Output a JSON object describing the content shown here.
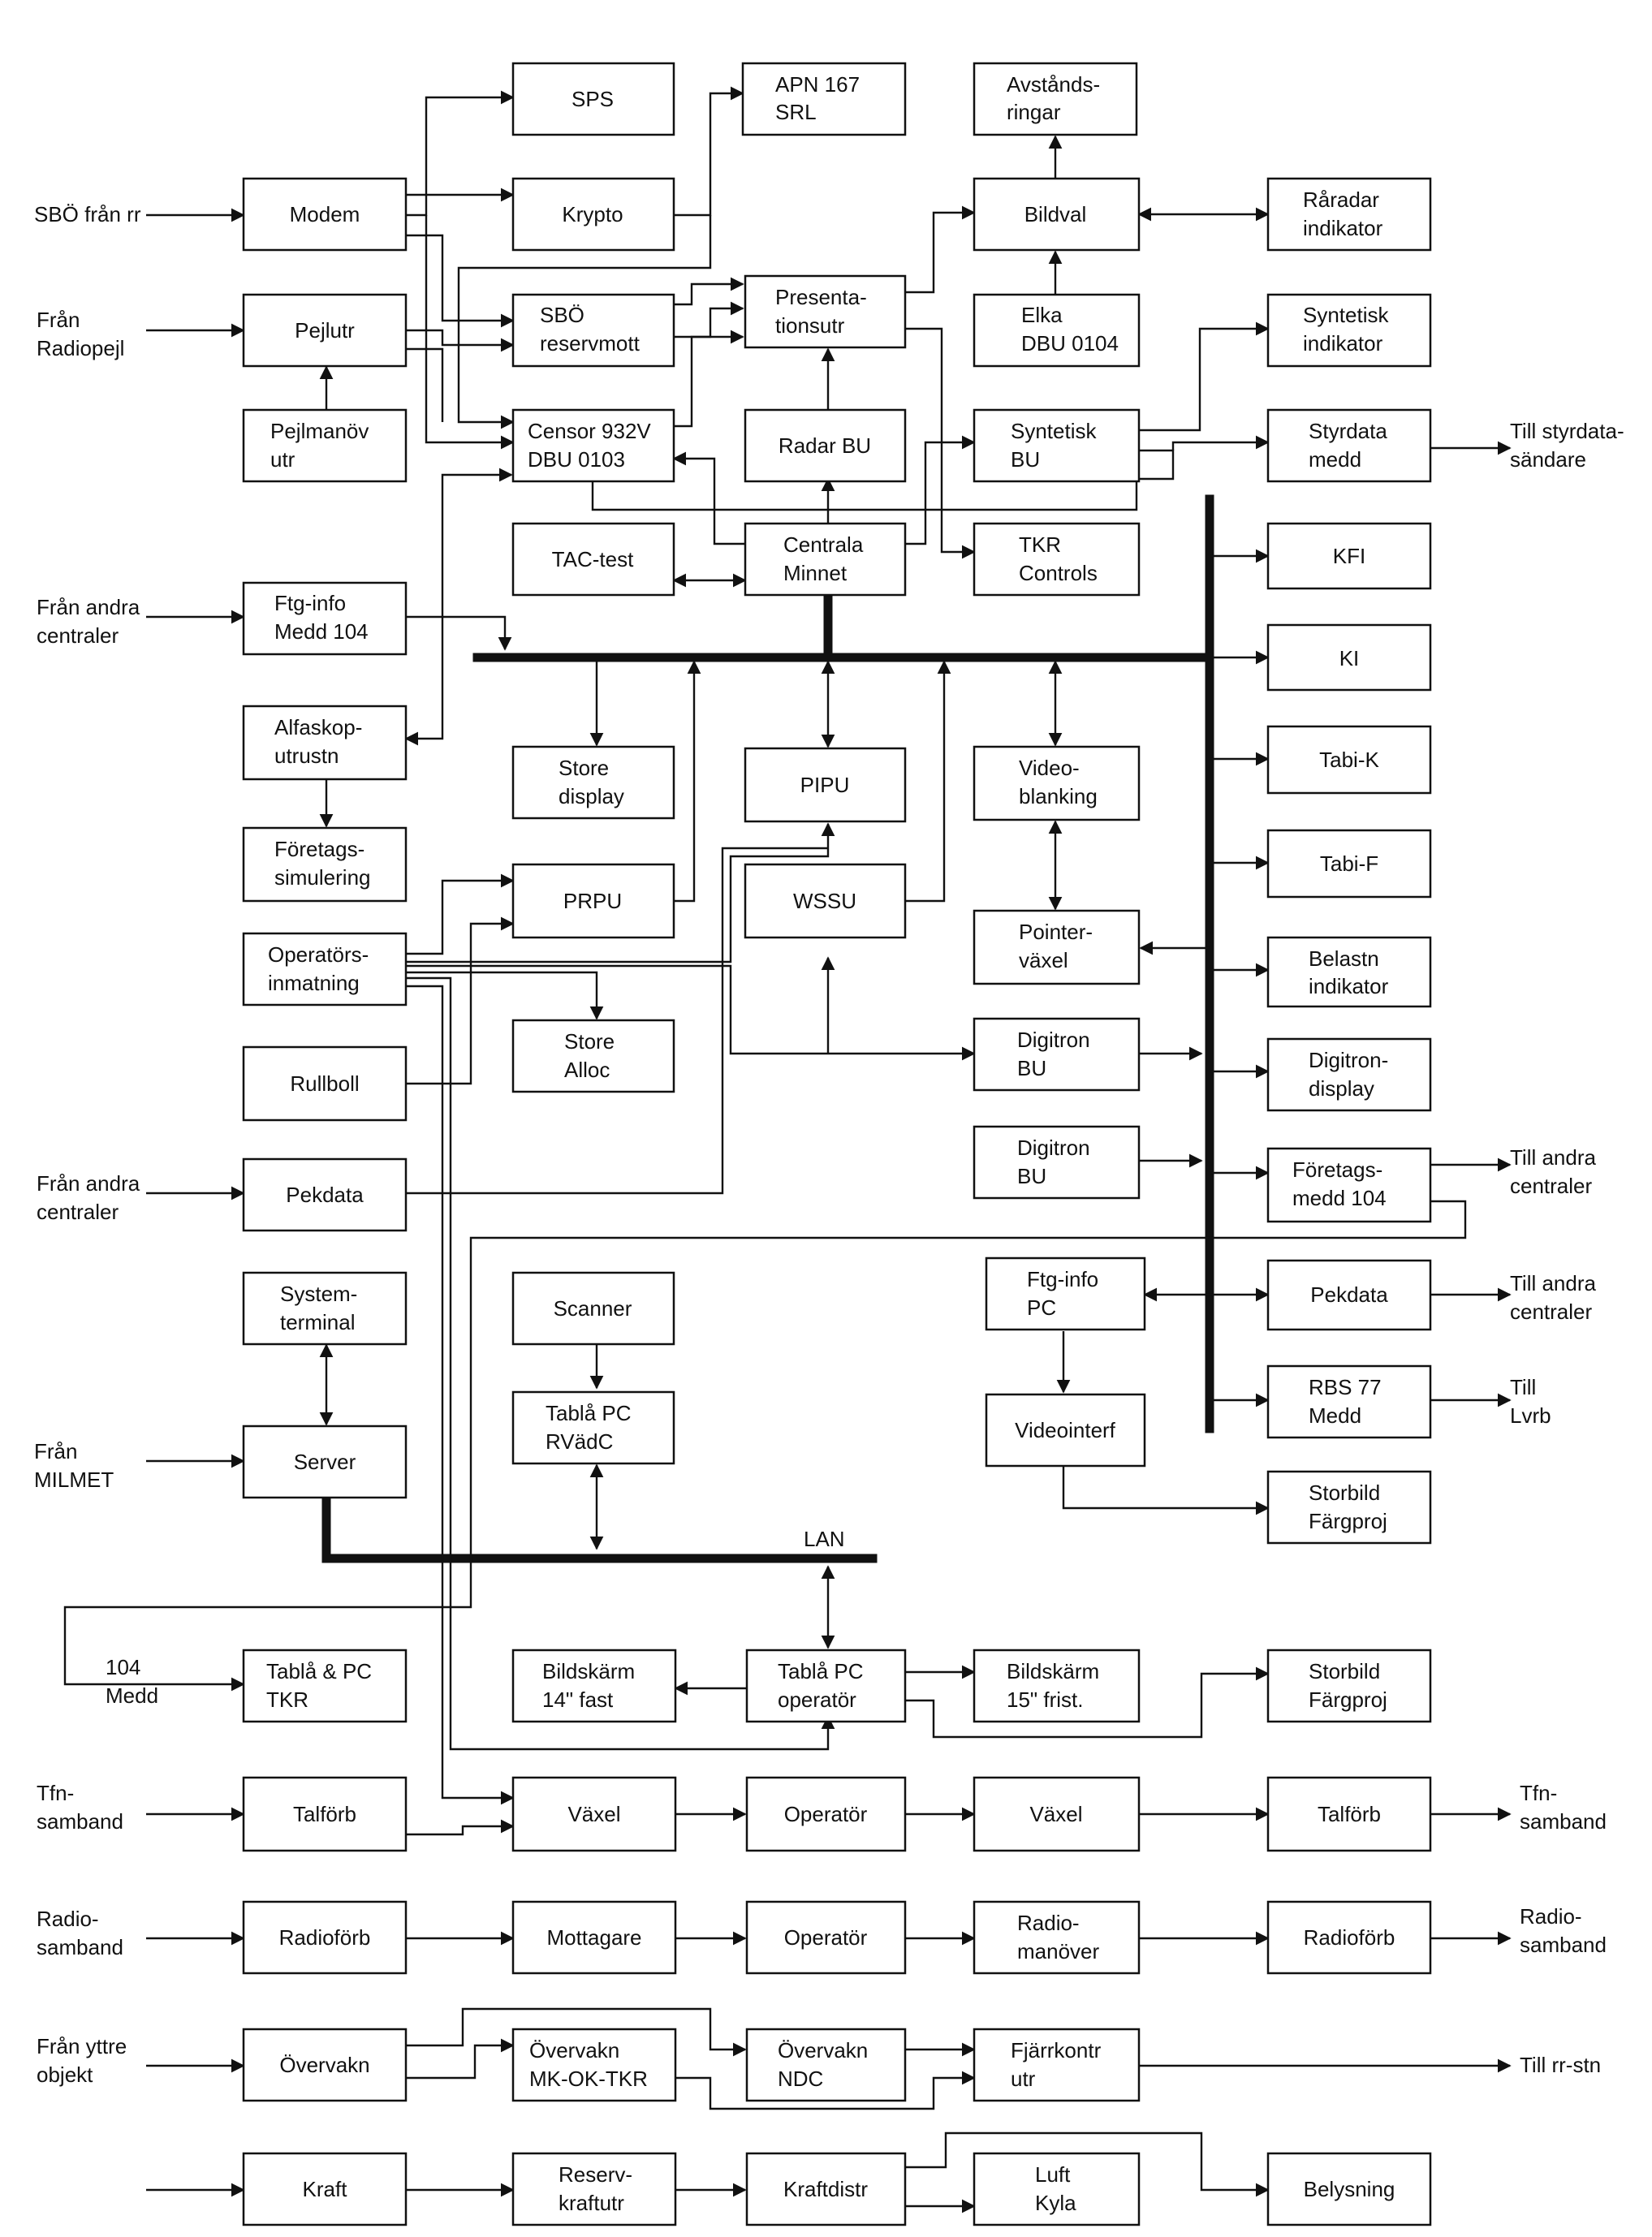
{
  "blocks": {
    "sps": "SPS",
    "apn167": [
      "APN 167",
      "SRL"
    ],
    "avstandsringar": [
      "Avstånds-",
      "ringar"
    ],
    "modem": "Modem",
    "krypto": "Krypto",
    "bildval": "Bildval",
    "raradar_indikator": [
      "Råradar",
      "indikator"
    ],
    "pejlutr": "Pejlutr",
    "sbo_reservmott": [
      "SBÖ",
      "reservmott"
    ],
    "presentationsutr": [
      "Presenta-",
      "tionsutr"
    ],
    "elka_dbu0104": [
      "Elka",
      "DBU 0104"
    ],
    "syntetisk_indikator": [
      "Syntetisk",
      "indikator"
    ],
    "pejlmanov_utr": [
      "Pejlmanöv",
      "utr"
    ],
    "censor": [
      "Censor 932V",
      "DBU 0103"
    ],
    "radar_bu": "Radar BU",
    "syntetisk_bu": [
      "Syntetisk",
      "BU"
    ],
    "styrdata_medd": [
      "Styrdata",
      "medd"
    ],
    "tac_test": "TAC-test",
    "centrala_minnet": [
      "Centrala",
      "Minnet"
    ],
    "tkr_controls": [
      "TKR",
      "Controls"
    ],
    "kfi": "KFI",
    "ftg_info_medd104": [
      "Ftg-info",
      "Medd 104"
    ],
    "ki": "KI",
    "alfaskop": [
      "Alfaskop-",
      "utrustn"
    ],
    "store_display": [
      "Store",
      "display"
    ],
    "pipu": "PIPU",
    "videoblanking": [
      "Video-",
      "blanking"
    ],
    "tabi_k": "Tabi-K",
    "foretagssimulering": [
      "Företags-",
      "simulering"
    ],
    "prpu": "PRPU",
    "wssu": "WSSU",
    "tabi_f": "Tabi-F",
    "pointervaxel": [
      "Pointer-",
      "växel"
    ],
    "operatorsinmatning": [
      "Operatörs-",
      "inmatning"
    ],
    "belastn_indikator": [
      "Belastn",
      "indikator"
    ],
    "store_alloc": [
      "Store",
      "Alloc"
    ],
    "rullboll": "Rullboll",
    "digitron_bu_1": [
      "Digitron",
      "BU"
    ],
    "digitron_display": [
      "Digitron-",
      "display"
    ],
    "digitron_bu_2": [
      "Digitron",
      "BU"
    ],
    "pekdata_left": "Pekdata",
    "foretagsmedd104": [
      "Företags-",
      "medd 104"
    ],
    "systemterminal": [
      "System-",
      "terminal"
    ],
    "scanner": "Scanner",
    "ftg_info_pc": [
      "Ftg-info",
      "PC"
    ],
    "pekdata_right": "Pekdata",
    "tabla_pc_rvadc": [
      "Tablå PC",
      "RVädC"
    ],
    "server": "Server",
    "videointerf": "Videointerf",
    "rbs77_medd": [
      "RBS 77",
      "Medd"
    ],
    "storbild_1": [
      "Storbild",
      "Färgproj"
    ],
    "tabla_pc_tkr": [
      "Tablå & PC",
      "TKR"
    ],
    "bildskarm14": [
      "Bildskärm",
      "14\" fast"
    ],
    "tabla_pc_operator": [
      "Tablå PC",
      "operatör"
    ],
    "bildskarm15": [
      "Bildskärm",
      "15\" frist."
    ],
    "storbild_2": [
      "Storbild",
      "Färgproj"
    ],
    "talforb_1": "Talförb",
    "vaxel_1": "Växel",
    "operator_1": "Operatör",
    "vaxel_2": "Växel",
    "talforb_2": "Talförb",
    "radioforb_1": "Radioförb",
    "mottagare": "Mottagare",
    "operator_2": "Operatör",
    "radiomanover": [
      "Radio-",
      "manöver"
    ],
    "radioforb_2": "Radioförb",
    "overvakn": "Övervakn",
    "overvakn_mk": [
      "Övervakn",
      "MK-OK-TKR"
    ],
    "overvakn_ndc": [
      "Övervakn",
      "NDC"
    ],
    "fjarrkontr": [
      "Fjärrkontr",
      "utr"
    ],
    "kraft": "Kraft",
    "reservkraft": [
      "Reserv-",
      "kraftutr"
    ],
    "kraftdistr": "Kraftdistr",
    "luft_kyla": [
      "Luft",
      "Kyla"
    ],
    "belysning": "Belysning"
  },
  "labels": {
    "sbo_fran_rr": "SBÖ från rr",
    "fran_radiopejl": [
      "Från",
      "Radiopejl"
    ],
    "fran_andra_centraler_1": [
      "Från andra",
      "centraler"
    ],
    "fran_andra_centraler_2": [
      "Från andra",
      "centraler"
    ],
    "fran_milmet": [
      "Från",
      "MILMET"
    ],
    "medd104": [
      "104",
      "Medd"
    ],
    "tfn_samband_in": [
      "Tfn-",
      "samband"
    ],
    "radio_samband_in": [
      "Radio-",
      "samband"
    ],
    "fran_yttre_objekt": [
      "Från yttre",
      "objekt"
    ],
    "till_styrdata": [
      "Till styrdata-",
      "sändare"
    ],
    "till_andra_centraler_1": [
      "Till andra",
      "centraler"
    ],
    "till_andra_centraler_2": [
      "Till andra",
      "centraler"
    ],
    "till_lvrb": [
      "Till",
      "Lvrb"
    ],
    "lan": "LAN",
    "tfn_samband_out": [
      "Tfn-",
      "samband"
    ],
    "radio_samband_out": [
      "Radio-",
      "samband"
    ],
    "till_rr_stn": "Till rr-stn"
  }
}
